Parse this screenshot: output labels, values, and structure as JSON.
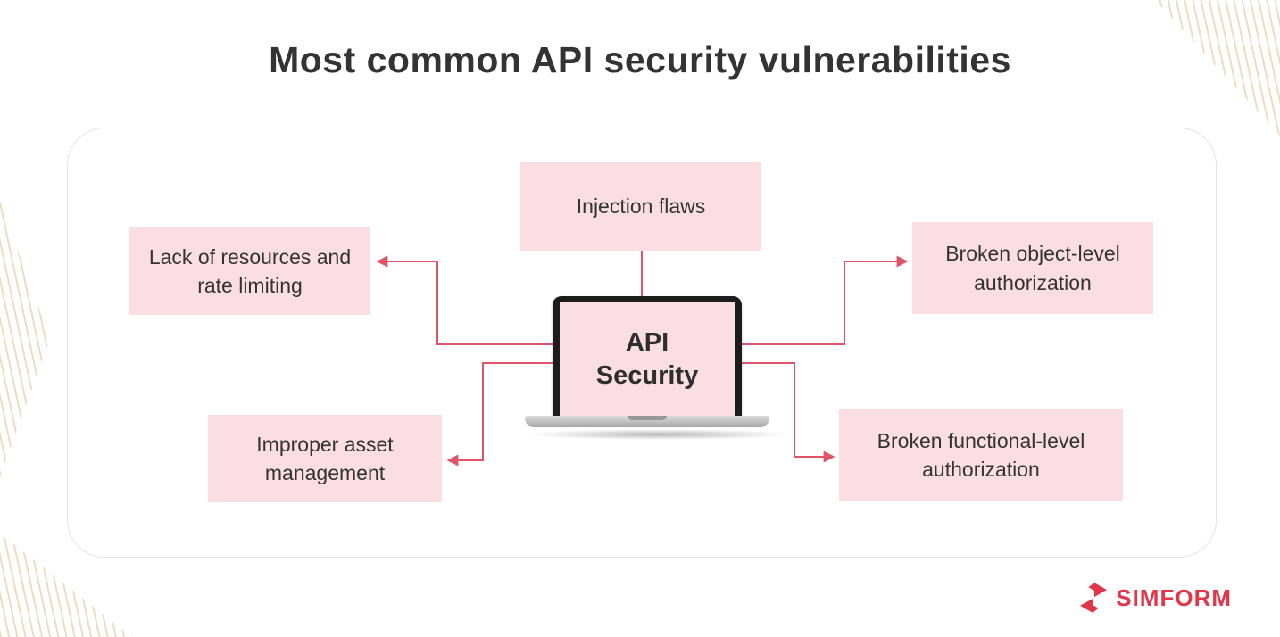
{
  "page": {
    "title": "Most common API security vulnerabilities"
  },
  "diagram": {
    "center": {
      "line1": "API",
      "line2": "Security"
    },
    "nodes": [
      {
        "id": "injection-flaws",
        "label": "Injection flaws"
      },
      {
        "id": "lack-of-resources-and-rate-limiting",
        "label": "Lack of resources and rate limiting"
      },
      {
        "id": "broken-object-level-authorization",
        "label": "Broken object-level authorization"
      },
      {
        "id": "improper-asset-management",
        "label": "Improper asset management"
      },
      {
        "id": "broken-functional-level-authorization",
        "label": "Broken functional-level authorization"
      }
    ],
    "accent_color": "#e05468",
    "box_color": "#fbdee3"
  },
  "footer": {
    "brand": "SIMFORM",
    "brand_color": "#e0374b"
  }
}
